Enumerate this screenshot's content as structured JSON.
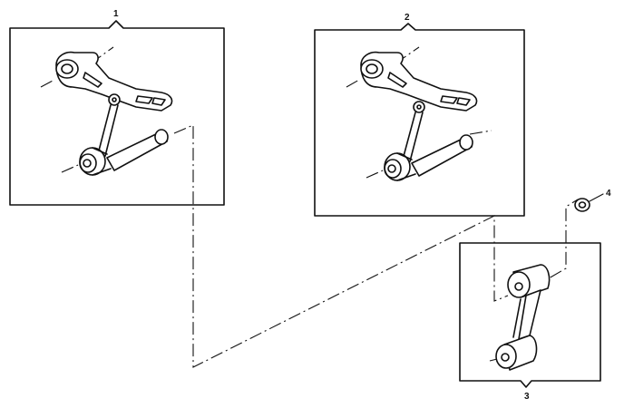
{
  "callouts": {
    "assembly_1": "1",
    "assembly_2": "2",
    "assembly_3": "3",
    "washer_4": "4"
  },
  "colors": {
    "ink": "#111111",
    "background": "#ffffff"
  }
}
